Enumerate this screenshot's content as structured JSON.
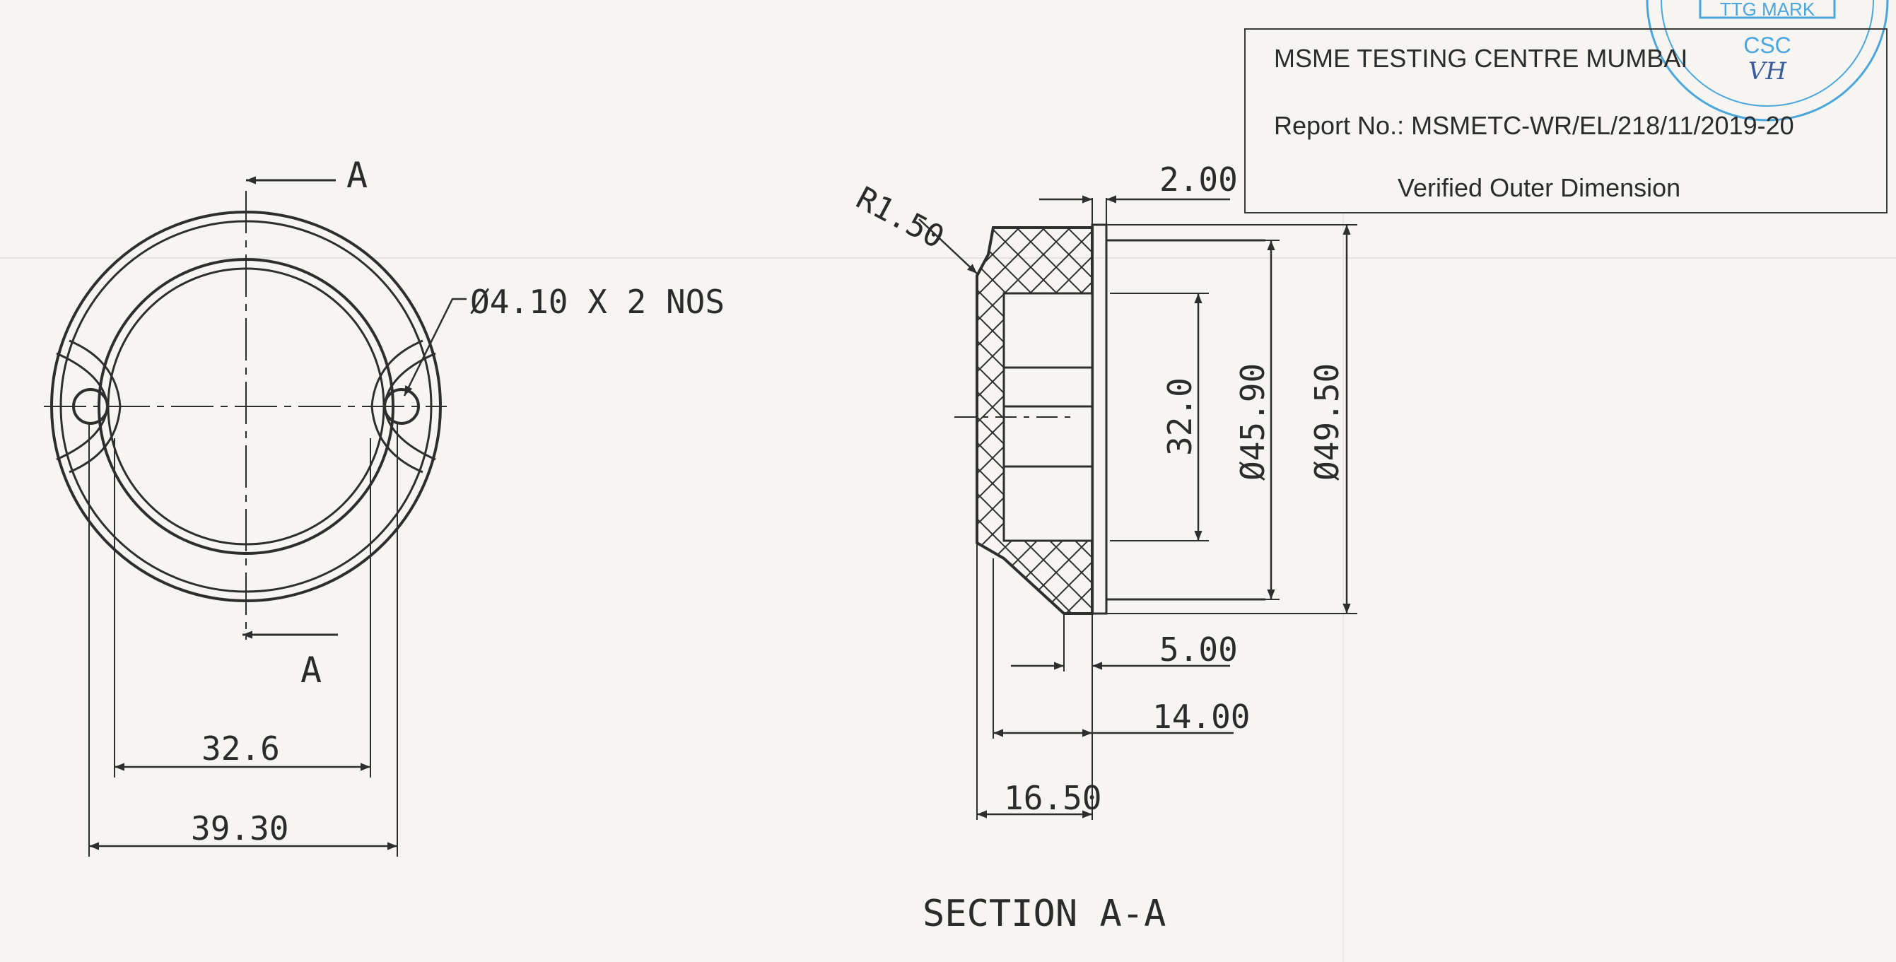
{
  "stamp": {
    "organization": "MSME TESTING CENTRE MUMBAI",
    "report": "Report No.: MSMETC-WR/EL/218/11/2019-20",
    "verified": "Verified Outer Dimension"
  },
  "seal": {
    "top_text": "TTG MARK",
    "middle_text": "CSC",
    "initials": "VH",
    "color": "#4aa6dc"
  },
  "front_view": {
    "section_label_top": "A",
    "section_label_bottom": "A",
    "hole_callout": "Ø4.10 X 2 NOS",
    "dim_inner": "32.6",
    "dim_outer": "39.30"
  },
  "section_view": {
    "radius": "R1.50",
    "dim_top_thickness": "2.00",
    "dim_bore": "32.0",
    "dim_d1": "Ø45.90",
    "dim_d2": "Ø49.50",
    "dim_5": "5.00",
    "dim_14": "14.00",
    "dim_16": "16.50",
    "title": "SECTION A-A"
  },
  "colors": {
    "ink": "#2e2e2e",
    "paper": "#f6f5f2",
    "seal": "#4aa6dc"
  }
}
